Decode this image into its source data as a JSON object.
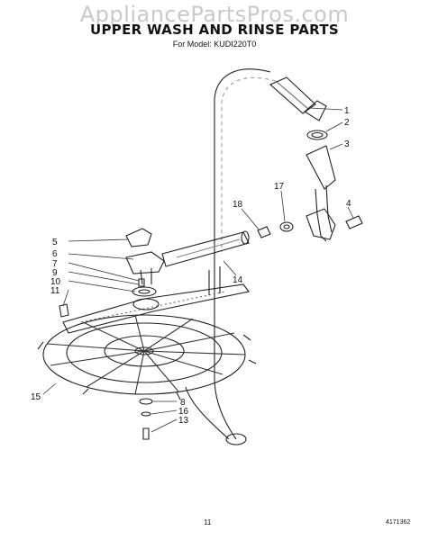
{
  "watermark": "AppliancePartsPros.com",
  "title": "UPPER WASH AND RINSE PARTS",
  "subtitle": "For Model: KUDI220T0",
  "parts": [
    {
      "num": "1"
    },
    {
      "num": "2"
    },
    {
      "num": "3"
    },
    {
      "num": "4"
    },
    {
      "num": "5"
    },
    {
      "num": "6"
    },
    {
      "num": "7"
    },
    {
      "num": "8"
    },
    {
      "num": "9"
    },
    {
      "num": "10"
    },
    {
      "num": "11"
    },
    {
      "num": "13"
    },
    {
      "num": "14"
    },
    {
      "num": "15"
    },
    {
      "num": "16"
    },
    {
      "num": "17"
    },
    {
      "num": "18"
    }
  ],
  "footer": {
    "page": "11",
    "code": "4171362"
  }
}
